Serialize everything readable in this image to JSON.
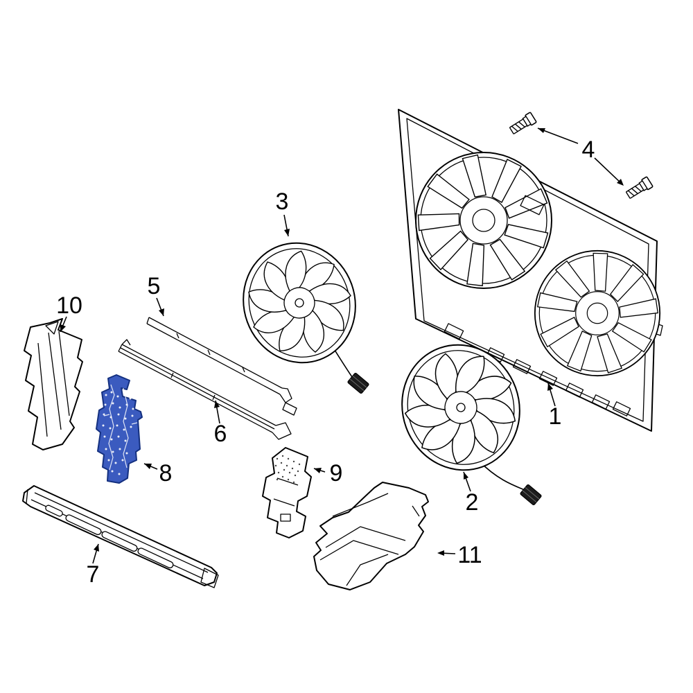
{
  "diagram": {
    "kind": "exploded-parts-line-diagram",
    "subject": "engine-cooling-fan-shroud-assembly",
    "background_color": "#ffffff",
    "line_color": "#000000",
    "highlight_color": "#3b5bbf",
    "highlighted_part_label": "8",
    "parts": [
      {
        "label": "1",
        "name": "fan-shroud-assembly"
      },
      {
        "label": "2",
        "name": "lower-cooling-fan"
      },
      {
        "label": "3",
        "name": "upper-cooling-fan"
      },
      {
        "label": "4",
        "name": "mounting-bolts"
      },
      {
        "label": "5",
        "name": "upper-seal-strip"
      },
      {
        "label": "6",
        "name": "lower-seal-strip"
      },
      {
        "label": "7",
        "name": "lower-air-guide-rail"
      },
      {
        "label": "8",
        "name": "air-baffle-highlighted"
      },
      {
        "label": "9",
        "name": "center-air-baffle"
      },
      {
        "label": "10",
        "name": "left-air-duct-panel"
      },
      {
        "label": "11",
        "name": "lower-air-duct"
      }
    ]
  }
}
